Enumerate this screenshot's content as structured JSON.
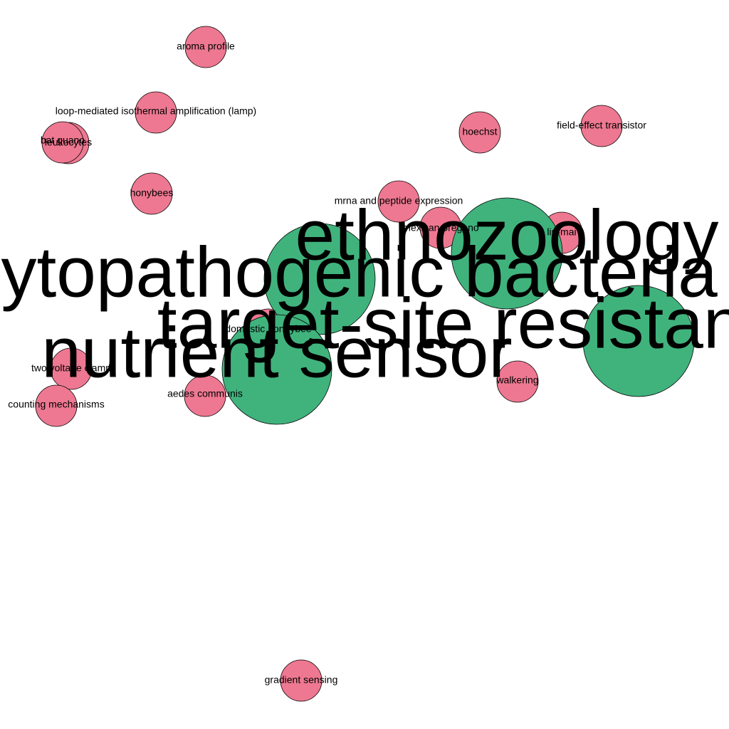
{
  "colors": {
    "small_node": "#ee7891",
    "large_node": "#40b37d",
    "background": "#ffffff",
    "stroke": "#000000",
    "text": "#000000"
  },
  "nodes": [
    {
      "id": "ethnozoology",
      "label": "ethnozoology",
      "kind": "large"
    },
    {
      "id": "phytopathogenic-bacteria",
      "label": "phytopathogenic bacteria",
      "kind": "large"
    },
    {
      "id": "target-site-resistance",
      "label": "target-site resistance",
      "kind": "large"
    },
    {
      "id": "nutrient-sensor",
      "label": "nutrient sensor",
      "kind": "large"
    },
    {
      "id": "aroma-profile",
      "label": "aroma profile",
      "kind": "small"
    },
    {
      "id": "lamp",
      "label": "loop-mediated isothermal amplification (lamp)",
      "kind": "small"
    },
    {
      "id": "leukocytes",
      "label": "leukocytes",
      "kind": "small"
    },
    {
      "id": "bat-guano",
      "label": "bat guano",
      "kind": "small"
    },
    {
      "id": "honybees",
      "label": "honybees",
      "kind": "small"
    },
    {
      "id": "hoechst",
      "label": "hoechst",
      "kind": "small"
    },
    {
      "id": "field-effect-transistor",
      "label": "field-effect transistor",
      "kind": "small"
    },
    {
      "id": "mrna-peptide",
      "label": "mrna and peptide expression",
      "kind": "small"
    },
    {
      "id": "mexican-oregano",
      "label": "mexican oregano",
      "kind": "small"
    },
    {
      "id": "liu-mai",
      "label": "liu-mai",
      "kind": "small"
    },
    {
      "id": "domestic-honeybee",
      "label": "domestic honeybee",
      "kind": "small"
    },
    {
      "id": "two-voltage-clamp",
      "label": "two voltage clamp",
      "kind": "small"
    },
    {
      "id": "counting-mechanisms",
      "label": "counting mechanisms",
      "kind": "small"
    },
    {
      "id": "aedes-communis",
      "label": "aedes communis",
      "kind": "small"
    },
    {
      "id": "walkering",
      "label": "walkering",
      "kind": "small"
    },
    {
      "id": "gradient-sensing",
      "label": "gradient sensing",
      "kind": "small"
    }
  ]
}
